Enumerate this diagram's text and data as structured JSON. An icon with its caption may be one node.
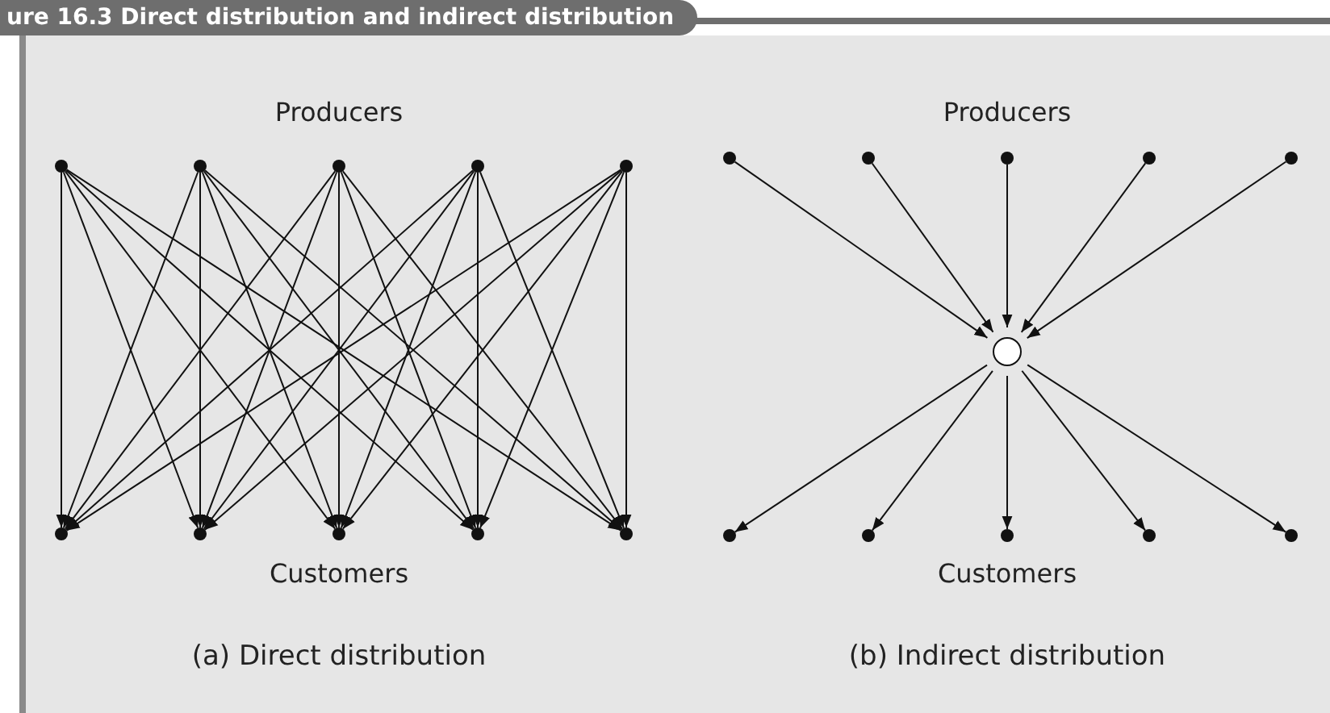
{
  "diagram": {
    "title": "ure 16.3 Direct distribution and indirect distribution",
    "nodes": [
      {
        "text": [],
        "shape": "circle"
      },
      {
        "text": [],
        "shape": "circle"
      },
      {
        "text": [],
        "shape": "circle"
      },
      {
        "text": [],
        "shape": "circle"
      },
      {
        "text": [],
        "shape": "circle"
      },
      {
        "text": [],
        "shape": "circle"
      },
      {
        "text": [],
        "shape": "circle"
      },
      {
        "text": [],
        "shape": "circle"
      },
      {
        "text": [],
        "shape": "circle"
      },
      {
        "text": [],
        "shape": "circle"
      },
      {
        "text": [],
        "shape": "circle"
      },
      {
        "text": [],
        "shape": "circle"
      },
      {
        "text": [],
        "shape": "circle"
      },
      {
        "text": [],
        "shape": "circle"
      },
      {
        "text": [],
        "shape": "circle"
      },
      {
        "text": [],
        "shape": "circle"
      },
      {
        "text": [],
        "shape": "circle"
      },
      {
        "text": [],
        "shape": "circle"
      },
      {
        "text": [],
        "shape": "circle"
      },
      {
        "text": [],
        "shape": "circle"
      },
      {
        "text": [],
        "shape": "circle"
      }
    ],
    "edges": [
      {
        "from": 0,
        "to": 5,
        "arrow": "to"
      },
      {
        "from": 0,
        "to": 6,
        "arrow": "to"
      },
      {
        "from": 0,
        "to": 7,
        "arrow": "to"
      },
      {
        "from": 0,
        "to": 8,
        "arrow": "to"
      },
      {
        "from": 0,
        "to": 9,
        "arrow": "to"
      },
      {
        "from": 1,
        "to": 5,
        "arrow": "to"
      },
      {
        "from": 1,
        "to": 6,
        "arrow": "to"
      },
      {
        "from": 1,
        "to": 7,
        "arrow": "to"
      },
      {
        "from": 1,
        "to": 8,
        "arrow": "to"
      },
      {
        "from": 1,
        "to": 9,
        "arrow": "to"
      },
      {
        "from": 2,
        "to": 5,
        "arrow": "to"
      },
      {
        "from": 2,
        "to": 6,
        "arrow": "to"
      },
      {
        "from": 2,
        "to": 7,
        "arrow": "to"
      },
      {
        "from": 2,
        "to": 8,
        "arrow": "to"
      },
      {
        "from": 2,
        "to": 9,
        "arrow": "to"
      },
      {
        "from": 3,
        "to": 5,
        "arrow": "to"
      },
      {
        "from": 3,
        "to": 6,
        "arrow": "to"
      },
      {
        "from": 3,
        "to": 7,
        "arrow": "to"
      },
      {
        "from": 3,
        "to": 8,
        "arrow": "to"
      },
      {
        "from": 3,
        "to": 9,
        "arrow": "to"
      },
      {
        "from": 4,
        "to": 5,
        "arrow": "to"
      },
      {
        "from": 4,
        "to": 6,
        "arrow": "to"
      },
      {
        "from": 4,
        "to": 7,
        "arrow": "to"
      },
      {
        "from": 4,
        "to": 8,
        "arrow": "to"
      },
      {
        "from": 4,
        "to": 9,
        "arrow": "to"
      },
      {
        "from": 10,
        "to": 15,
        "arrow": "to"
      },
      {
        "from": 11,
        "to": 15,
        "arrow": "to"
      },
      {
        "from": 12,
        "to": 15,
        "arrow": "to"
      },
      {
        "from": 13,
        "to": 15,
        "arrow": "to"
      },
      {
        "from": 14,
        "to": 15,
        "arrow": "to"
      },
      {
        "from": 15,
        "to": 16,
        "arrow": "to"
      },
      {
        "from": 15,
        "to": 17,
        "arrow": "to"
      },
      {
        "from": 15,
        "to": 18,
        "arrow": "to"
      },
      {
        "from": 15,
        "to": 19,
        "arrow": "to"
      },
      {
        "from": 15,
        "to": 20,
        "arrow": "to"
      }
    ],
    "labels": [
      "Producers",
      "Producers",
      "Customers",
      "Customers",
      "(a) Direct distribution",
      "(b) Indirect distribution"
    ]
  }
}
